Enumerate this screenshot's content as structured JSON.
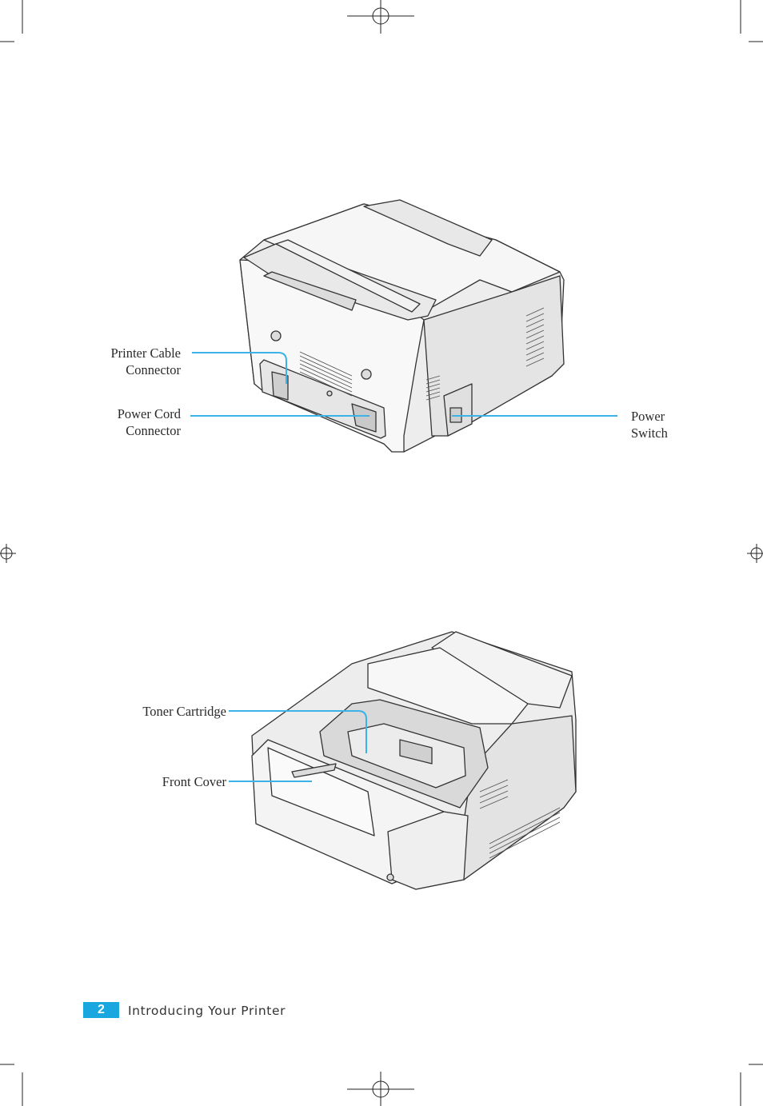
{
  "figure1": {
    "callouts": {
      "printer_cable": "Printer Cable\nConnector",
      "power_cord": "Power Cord\nConnector",
      "power_switch": "Power\nSwitch"
    }
  },
  "figure2": {
    "callouts": {
      "toner": "Toner Cartridge",
      "front_cover": "Front Cover"
    }
  },
  "footer": {
    "page_number": "2",
    "section_title": "Introducing Your Printer"
  },
  "colors": {
    "accent": "#1aa7e0",
    "leader_line": "#3bb3e8"
  }
}
